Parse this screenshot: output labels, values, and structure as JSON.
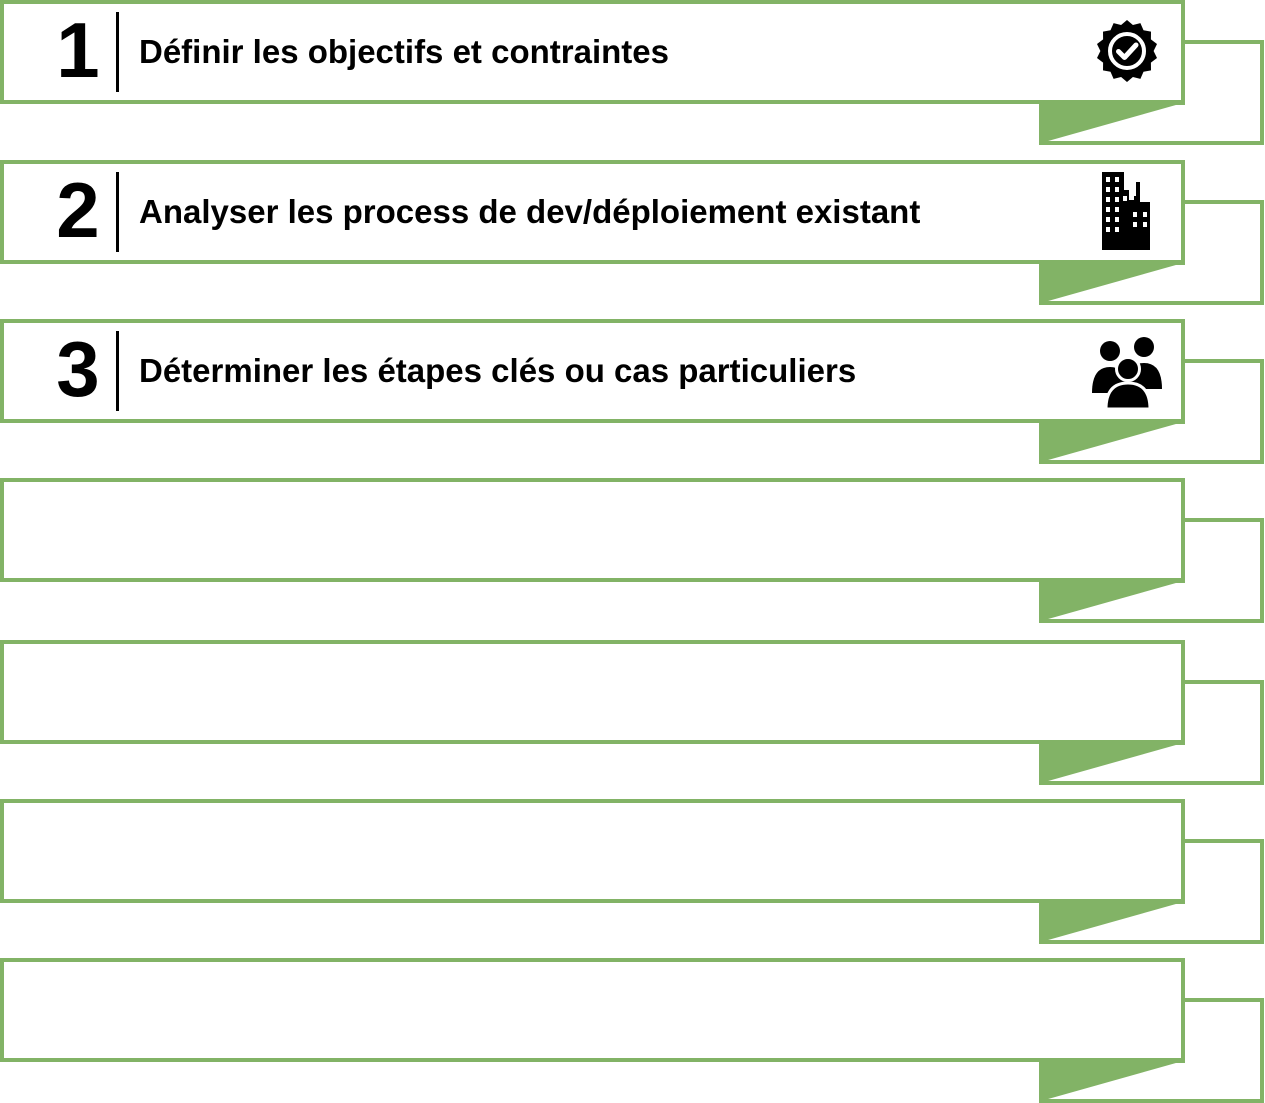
{
  "colors": {
    "accent": "#82b366",
    "text": "#000000",
    "background": "#ffffff"
  },
  "steps": [
    {
      "number": "1",
      "label": "Définir les objectifs et contraintes",
      "icon": "seal-check-icon"
    },
    {
      "number": "2",
      "label": "Analyser les process de dev/déploiement existant",
      "icon": "building-icon"
    },
    {
      "number": "3",
      "label": "Déterminer les étapes clés ou cas particuliers",
      "icon": "people-icon"
    },
    {
      "number": "",
      "label": "",
      "icon": ""
    },
    {
      "number": "",
      "label": "",
      "icon": ""
    },
    {
      "number": "",
      "label": "",
      "icon": ""
    },
    {
      "number": "",
      "label": "",
      "icon": ""
    }
  ]
}
